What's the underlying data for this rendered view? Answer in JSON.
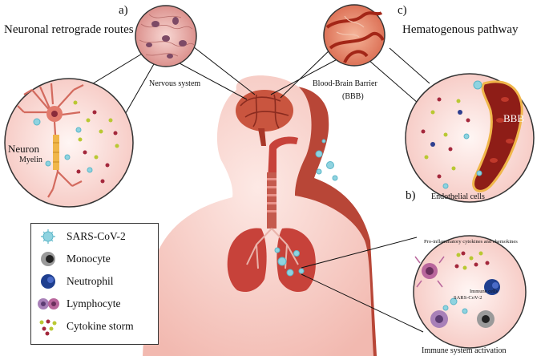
{
  "panels": {
    "a": "a)",
    "b": "b)",
    "c": "c)"
  },
  "titles": {
    "neuronal": "Neuronal retrograde routes",
    "hematogenous": "Hematogenous pathway"
  },
  "labels": {
    "nervous_system": "Nervous system",
    "bbb_line1": "Blood-Brain Barrier",
    "bbb_line2": "(BBB)",
    "neuron": "Neuron",
    "myelin": "Myelin",
    "bbb_short": "BBB",
    "endothelial": "Endothelial cells",
    "immune_activation": "Immune system activation",
    "proinflammatory": "Pro-inflammatory cytokines and chemokines",
    "immune_cells": "Immune cells",
    "sars_small": "SARS-CoV-2"
  },
  "legend": [
    {
      "icon": "virus-icon",
      "label": "SARS-CoV-2"
    },
    {
      "icon": "monocyte-icon",
      "label": "Monocyte"
    },
    {
      "icon": "neutrophil-icon",
      "label": "Neutrophil"
    },
    {
      "icon": "lymphocyte-icon",
      "label": "Lymphocyte"
    },
    {
      "icon": "cytokine-icon",
      "label": "Cytokine storm"
    }
  ],
  "colors": {
    "body": "#f7cfc8",
    "body_shadow": "#b84637",
    "lung": "#c7423a",
    "virus": "#8fd3e0",
    "brain": "#c9553f"
  }
}
